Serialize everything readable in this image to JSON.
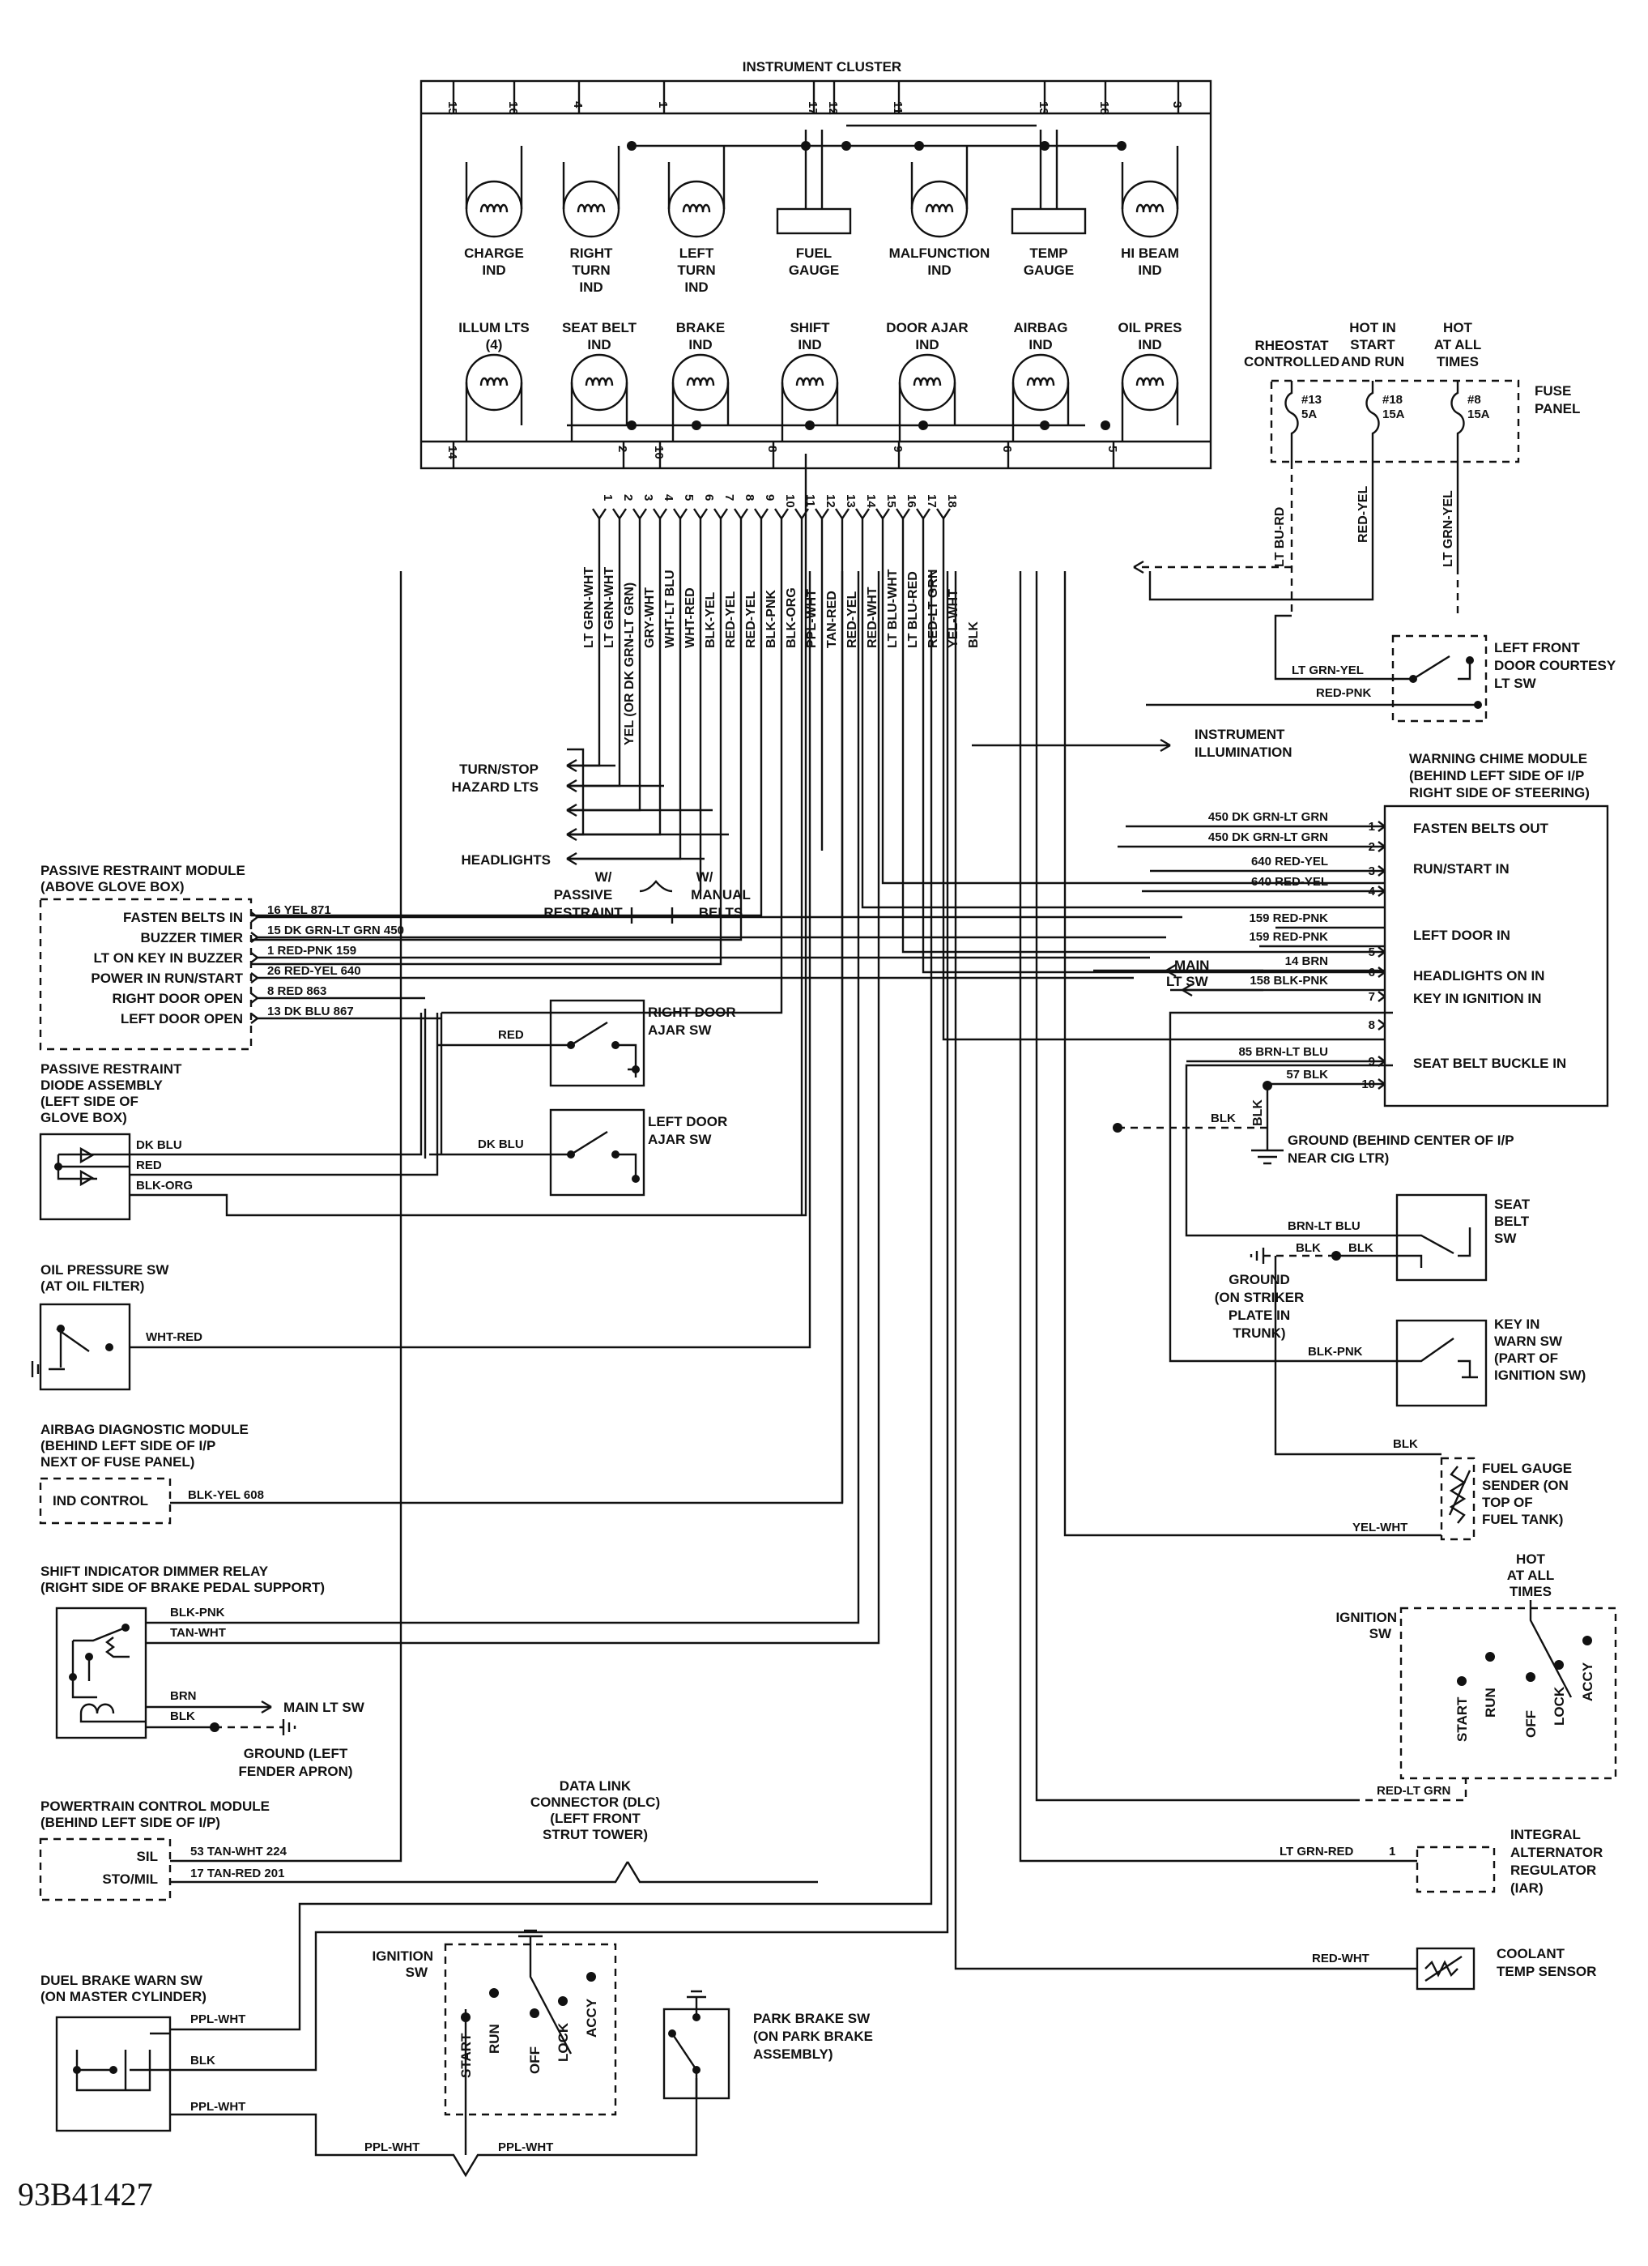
{
  "cluster": {
    "title": "INSTRUMENT CLUSTER",
    "top_pins": [
      "15",
      "16",
      "4",
      "1",
      "17",
      "12",
      "11",
      "13",
      "18",
      "3"
    ],
    "top_lamps": [
      [
        "CHARGE",
        "IND"
      ],
      [
        "RIGHT",
        "TURN",
        "IND"
      ],
      [
        "LEFT",
        "TURN",
        "IND"
      ],
      [
        "FUEL",
        "GAUGE"
      ],
      [
        "MALFUNCTION",
        "IND"
      ],
      [
        "TEMP",
        "GAUGE"
      ],
      [
        "HI BEAM",
        "IND"
      ]
    ],
    "bottom_lamps": [
      [
        "ILLUM LTS",
        "(4)"
      ],
      [
        "SEAT BELT",
        "IND"
      ],
      [
        "BRAKE",
        "IND"
      ],
      [
        "SHIFT",
        "IND"
      ],
      [
        "DOOR AJAR",
        "IND"
      ],
      [
        "AIRBAG",
        "IND"
      ],
      [
        "OIL PRES",
        "IND"
      ]
    ],
    "bottom_pins": [
      "14",
      "2",
      "10",
      "8",
      "9",
      "6",
      "5"
    ]
  },
  "connector": {
    "pins": [
      "1",
      "2",
      "3",
      "4",
      "5",
      "6",
      "7",
      "8",
      "9",
      "10",
      "11",
      "12",
      "13",
      "14",
      "15",
      "16",
      "17",
      "18"
    ],
    "wires": [
      "LT GRN-WHT",
      "LT GRN-WHT",
      "YEL (OR DK GRN-LT GRN)",
      "GRY-WHT",
      "WHT-LT BLU",
      "WHT-RED",
      "BLK-YEL",
      "RED-YEL",
      "RED-YEL",
      "BLK-PNK",
      "BLK-ORG",
      "PPL-WHT",
      "TAN-RED",
      "RED-YEL",
      "RED-WHT",
      "LT BLU-WHT",
      "LT BLU-RED",
      "RED-LT GRN",
      "YEL-WHT",
      "BLK"
    ],
    "pin_top_numbers": [
      "1",
      "2",
      "3",
      "4",
      "5",
      "6",
      "7",
      "8",
      "9",
      "10",
      "11",
      "12",
      "13",
      "14",
      "15",
      "16",
      "17",
      "18"
    ]
  },
  "fuse_panel": {
    "headers": [
      [
        "RHEOSTAT",
        "CONTROLLED"
      ],
      [
        "HOT IN",
        "START",
        "AND RUN"
      ],
      [
        "HOT",
        "AT ALL",
        "TIMES"
      ]
    ],
    "fuses": [
      [
        "#13",
        "5A"
      ],
      [
        "#18",
        "15A"
      ],
      [
        "#8",
        "15A"
      ]
    ],
    "label": [
      "FUSE",
      "PANEL"
    ],
    "wires": [
      "LT BU-RD",
      "RED-YEL",
      "LT GRN-YEL"
    ]
  },
  "left_labels": {
    "turn_stop": [
      "TURN/STOP",
      "HAZARD LTS"
    ],
    "headlights": "HEADLIGHTS",
    "passive": [
      "W/",
      "PASSIVE",
      "RESTRAINT"
    ],
    "manual": [
      "W/",
      "MANUAL",
      "BELTS"
    ]
  },
  "passive_module": {
    "title": [
      "PASSIVE RESTRAINT MODULE",
      "(ABOVE GLOVE BOX)"
    ],
    "pins": [
      "FASTEN BELTS IN",
      "BUZZER TIMER",
      "LT ON KEY IN BUZZER",
      "POWER IN RUN/START",
      "RIGHT DOOR OPEN",
      "LEFT DOOR OPEN"
    ],
    "wires": [
      "16  YEL 871",
      "15  DK GRN-LT GRN 450",
      "1    RED-PNK 159",
      "26  RED-YEL 640",
      "8    RED 863",
      "13  DK BLU 867"
    ]
  },
  "door_switches": {
    "right": [
      "RIGHT DOOR",
      "AJAR SW"
    ],
    "left": [
      "LEFT DOOR",
      "AJAR SW"
    ],
    "right_wire": "RED",
    "left_wire": "DK BLU",
    "front_courtesy": [
      "LEFT FRONT",
      "DOOR COURTESY",
      "LT SW"
    ],
    "courtesy_wires": [
      "LT GRN-YEL",
      "RED-PNK"
    ]
  },
  "diode": {
    "title": [
      "PASSIVE RESTRAINT",
      "DIODE ASSEMBLY",
      "(LEFT SIDE OF",
      "GLOVE BOX)"
    ],
    "wires": [
      "DK BLU",
      "RED",
      "BLK-ORG"
    ]
  },
  "instrument_illumination": [
    "INSTRUMENT",
    "ILLUMINATION"
  ],
  "chime": {
    "title": [
      "WARNING CHIME MODULE",
      "(BEHIND LEFT SIDE OF I/P",
      "RIGHT SIDE OF STEERING)"
    ],
    "pins": [
      "1",
      "2",
      "3",
      "4",
      "5",
      "6",
      "7",
      "8",
      "9",
      "10"
    ],
    "inputs": [
      "FASTEN BELTS OUT",
      "RUN/START IN",
      "LEFT DOOR IN",
      "HEADLIGHTS ON IN",
      "KEY IN IGNITION IN",
      "SEAT BELT BUCKLE IN"
    ],
    "wires": [
      "450 DK GRN-LT GRN",
      "450 DK GRN-LT GRN",
      "640 RED-YEL",
      "640 RED-YEL",
      "159 RED-PNK",
      "159 RED-PNK",
      "14 BRN",
      "158 BLK-PNK",
      "85 BRN-LT BLU",
      "57 BLK"
    ],
    "main_lt_sw": [
      "MAIN",
      "LT SW"
    ]
  },
  "ground_center": [
    "GROUND (BEHIND CENTER OF I/P",
    "NEAR CIG LTR)"
  ],
  "ground_wires": [
    "BLK",
    "BLK"
  ],
  "seat_belt_sw": {
    "label": [
      "SEAT",
      "BELT",
      "SW"
    ],
    "wires": [
      "BRN-LT BLU",
      "BLK",
      "BLK"
    ],
    "ground": [
      "GROUND",
      "(ON STRIKER",
      "PLATE IN",
      "TRUNK)"
    ]
  },
  "key_warn": {
    "label": [
      "KEY IN",
      "WARN SW",
      "(PART OF",
      "IGNITION SW)"
    ],
    "wire": "BLK-PNK"
  },
  "fuel_sender": {
    "label": [
      "FUEL GAUGE",
      "SENDER (ON",
      "TOP OF",
      "FUEL TANK)"
    ],
    "wires": [
      "BLK",
      "YEL-WHT"
    ]
  },
  "oil_sw": {
    "title": [
      "OIL PRESSURE SW",
      "(AT OIL FILTER)"
    ],
    "wire": "WHT-RED"
  },
  "airbag_module": {
    "title": [
      "AIRBAG DIAGNOSTIC MODULE",
      "(BEHIND LEFT SIDE OF I/P",
      "NEXT OF FUSE PANEL)"
    ],
    "pin": "IND CONTROL",
    "wire": "BLK-YEL 608"
  },
  "shift_relay": {
    "title": [
      "SHIFT INDICATOR DIMMER RELAY",
      "(RIGHT SIDE OF BRAKE PEDAL SUPPORT)"
    ],
    "wires": [
      "BLK-PNK",
      "TAN-WHT",
      "BRN",
      "BLK"
    ],
    "main_lt": "MAIN LT SW",
    "ground": [
      "GROUND (LEFT",
      "FENDER APRON)"
    ]
  },
  "pcm": {
    "title": [
      "POWERTRAIN CONTROL MODULE",
      "(BEHIND LEFT SIDE OF I/P)"
    ],
    "pins": [
      "SIL",
      "STO/MIL"
    ],
    "wires": [
      "53   TAN-WHT 224",
      "17   TAN-RED 201"
    ]
  },
  "dlc": [
    "DATA LINK",
    "CONNECTOR (DLC)",
    "(LEFT FRONT",
    "STRUT TOWER)"
  ],
  "ignition_right": {
    "hot": [
      "HOT",
      "AT ALL",
      "TIMES"
    ],
    "label": [
      "IGNITION",
      "SW"
    ],
    "positions": [
      "START",
      "RUN",
      "OFF",
      "LOCK",
      "ACCY"
    ],
    "wire": "RED-LT GRN"
  },
  "iar": {
    "label": [
      "INTEGRAL",
      "ALTERNATOR",
      "REGULATOR",
      "(IAR)"
    ],
    "wire": "LT GRN-RED",
    "pin": "1"
  },
  "coolant": {
    "label": [
      "COOLANT",
      "TEMP SENSOR"
    ],
    "wire": "RED-WHT"
  },
  "brake_sw": {
    "title": [
      "DUEL BRAKE WARN SW",
      "(ON MASTER CYLINDER)"
    ],
    "wires": [
      "PPL-WHT",
      "BLK",
      "PPL-WHT"
    ]
  },
  "ignition_left": {
    "label": [
      "IGNITION",
      "SW"
    ],
    "positions": [
      "START",
      "RUN",
      "OFF",
      "LOCK",
      "ACCY"
    ]
  },
  "park_brake": {
    "label": [
      "PARK BRAKE SW",
      "(ON PARK BRAKE",
      "ASSEMBLY)"
    ],
    "wires": [
      "PPL-WHT",
      "PPL-WHT"
    ]
  },
  "figure_code": "93B41427"
}
